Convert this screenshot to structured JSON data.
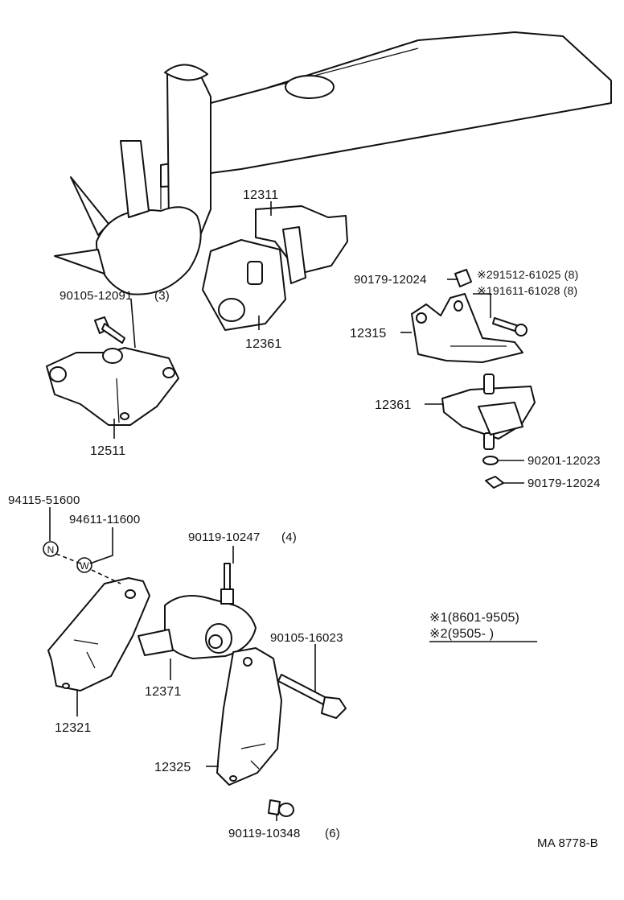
{
  "labels": {
    "p12311": "12311",
    "p90105_12091": "90105-12091",
    "p90105_12091_qty": "(3)",
    "p12361_top": "12361",
    "p12511": "12511",
    "p90179_top": "90179-12024",
    "note_291512": "※291512-61025 (8)",
    "note_191611": "※191611-61028 (8)",
    "p12315": "12315",
    "p12361_right": "12361",
    "p90201": "90201-12023",
    "p90179_right": "90179-12024",
    "p94115": "94115-51600",
    "p94611": "94611-11600",
    "p90119_10247": "90119-10247",
    "p90119_10247_qty": "(4)",
    "p90105_16023": "90105-16023",
    "p12371": "12371",
    "p12321": "12321",
    "p12325": "12325",
    "p90119_10348": "90119-10348",
    "p90119_10348_qty": "(6)",
    "footnote_1": "※1(8601-9505)",
    "footnote_2": "※2(9505-        )",
    "ref_code": "MA 8778-B",
    "symbol_n": "N",
    "symbol_w": "W"
  }
}
